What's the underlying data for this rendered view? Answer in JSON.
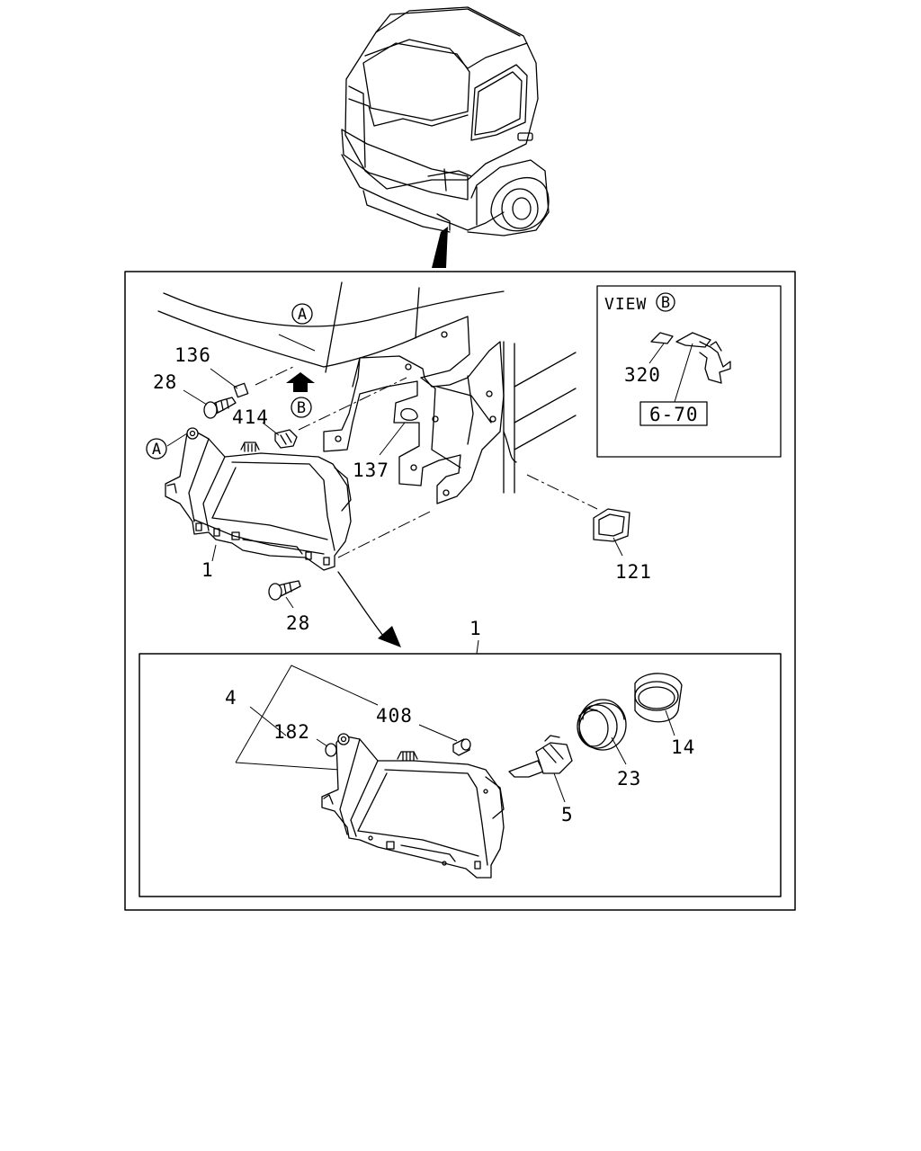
{
  "view_title": "VIEW",
  "callouts": {
    "a_top": "A",
    "a_left": "A",
    "b_arrow": "B",
    "b_view": "B"
  },
  "parts": {
    "p136": "136",
    "p28_top": "28",
    "p414": "414",
    "p137": "137",
    "p1_main": "1",
    "p28_bottom": "28",
    "p121": "121",
    "p320": "320",
    "p6_70": "6-70",
    "p1_detail": "1",
    "p4": "4",
    "p182": "182",
    "p408": "408",
    "p5": "5",
    "p23": "23",
    "p14": "14"
  }
}
